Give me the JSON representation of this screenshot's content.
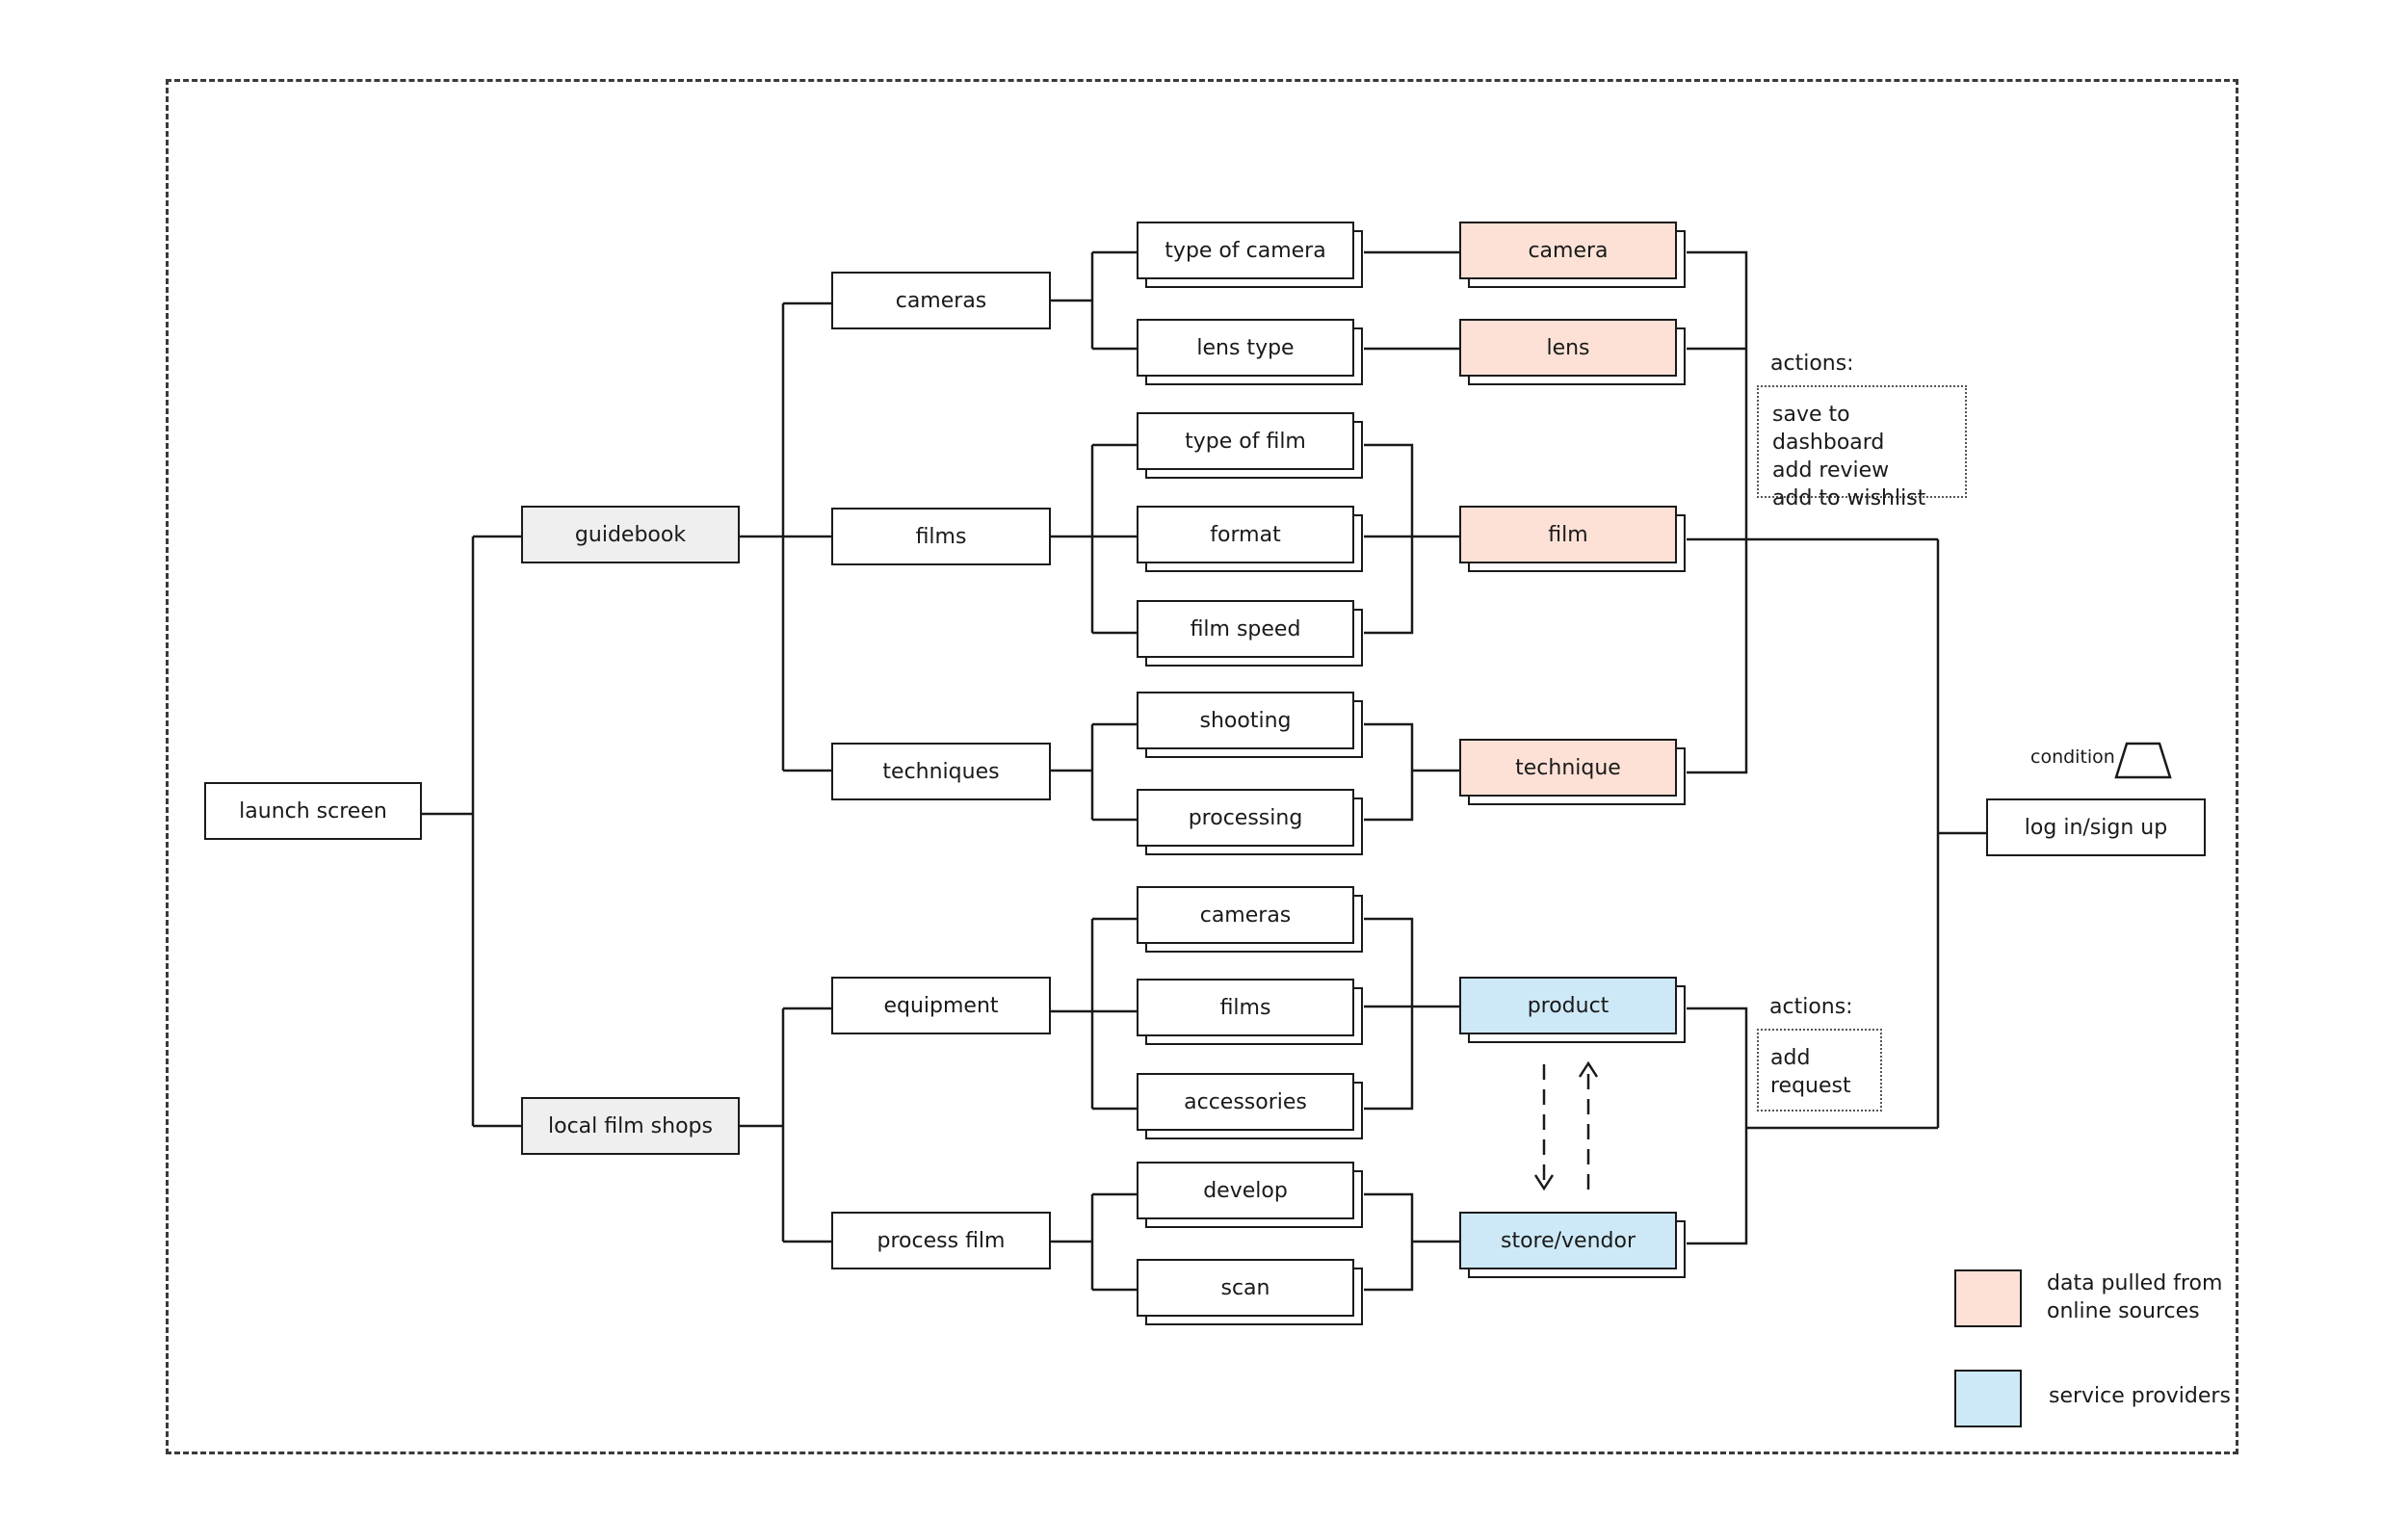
{
  "colors": {
    "online_data": "#fde1d6",
    "service_provider": "#cde9f7",
    "section": "#efefef"
  },
  "nodes": {
    "launch": "launch screen",
    "guidebook": "guidebook",
    "local_shops": "local film shops",
    "cameras": "cameras",
    "films": "films",
    "techniques": "techniques",
    "equipment": "equipment",
    "process_film": "process film",
    "type_of_camera": "type of camera",
    "lens_type": "lens type",
    "type_of_film": "type of film",
    "format": "format",
    "film_speed": "film speed",
    "shooting": "shooting",
    "processing": "processing",
    "eq_cameras": "cameras",
    "eq_films": "films",
    "accessories": "accessories",
    "develop": "develop",
    "scan": "scan",
    "camera": "camera",
    "lens": "lens",
    "film": "film",
    "technique": "technique",
    "product": "product",
    "store_vendor": "store/vendor",
    "login": "log in/sign up"
  },
  "actions_guide": {
    "title": "actions:",
    "items": [
      "save to dashboard",
      "add review",
      "add to wishlist"
    ]
  },
  "actions_shop": {
    "title": "actions:",
    "items": [
      "add",
      "request"
    ]
  },
  "condition_label": "condition",
  "legend": {
    "online": [
      "data pulled from",
      "online sources"
    ],
    "service": "service providers"
  }
}
